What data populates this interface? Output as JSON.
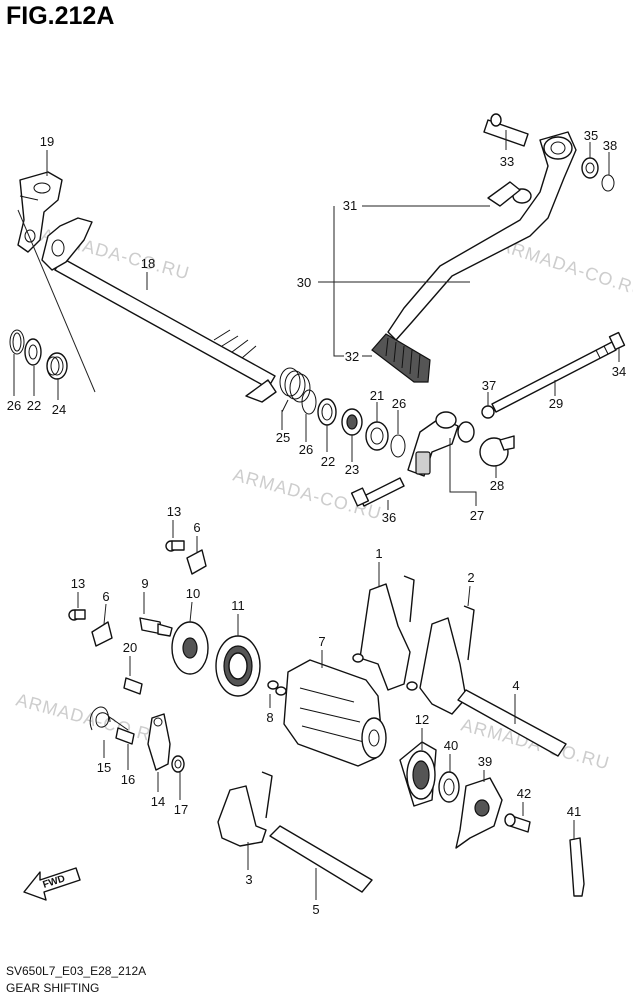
{
  "figure": {
    "title": "FIG.212A"
  },
  "footer": {
    "code": "SV650L7_E03_E28_212A",
    "caption": "GEAR SHIFTING"
  },
  "watermark": {
    "text": "ARMADA-CO.RU"
  },
  "fwd_label": "FWD",
  "callouts": [
    "19",
    "18",
    "26",
    "22",
    "24",
    "25",
    "26",
    "22",
    "23",
    "21",
    "26",
    "33",
    "35",
    "38",
    "31",
    "30",
    "32",
    "37",
    "34",
    "29",
    "28",
    "27",
    "36",
    "13",
    "6",
    "13",
    "6",
    "9",
    "10",
    "11",
    "1",
    "2",
    "7",
    "20",
    "8",
    "4",
    "12",
    "40",
    "39",
    "42",
    "41",
    "15",
    "16",
    "14",
    "17",
    "3",
    "5"
  ]
}
